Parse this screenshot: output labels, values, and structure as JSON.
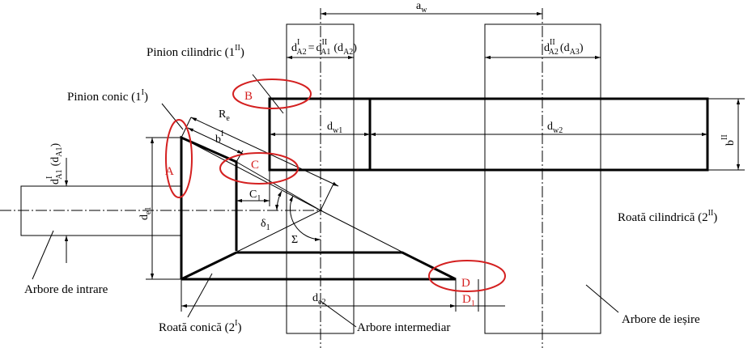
{
  "labels": {
    "pinion_cilindric": "Pinion cilindric (1",
    "pinion_cilindric_sup": "II",
    "pinion_cilindric_end": ")",
    "pinion_conic": "Pinion conic (1",
    "pinion_conic_sup": "I",
    "pinion_conic_end": ")",
    "roata_cilindrica": "Roată cilindrică (2",
    "roata_cilindrica_sup": "II",
    "roata_cilindrica_end": ")",
    "roata_conica": "Roată conică (2",
    "roata_conica_sup": "I",
    "roata_conica_end": ")",
    "arbore_intrare": "Arbore de intrare",
    "arbore_intermediar": "Arbore intermediar",
    "arbore_iesire": "Arbore de ieșire"
  },
  "dimensions": {
    "aw": {
      "main": "a",
      "sub": "w"
    },
    "dA2_I": {
      "main": "d",
      "sup": "I",
      "sub": "A2"
    },
    "eq": "=",
    "dA1_II": {
      "main": "d",
      "sup": "II",
      "sub": "A1"
    },
    "dA2_paren": {
      "open": "(d",
      "sub": "A2",
      "close": ")"
    },
    "dA2_II": {
      "main": "d",
      "sup": "II",
      "sub": "A2"
    },
    "dA3_paren": {
      "open": "(d",
      "sub": "A3",
      "close": ")"
    },
    "dA1_I": {
      "main": "d",
      "sup": "I",
      "sub": "A1"
    },
    "dA1_paren": {
      "open": "(d",
      "sub": "A1",
      "close": ")"
    },
    "Re": {
      "main": "R",
      "sub": "e"
    },
    "bI": {
      "main": "b",
      "sup": "I"
    },
    "dw1": {
      "main": "d",
      "sub": "w1"
    },
    "dw2": {
      "main": "d",
      "sub": "w2"
    },
    "bII": {
      "main": "b",
      "sup": "II"
    },
    "de1": {
      "main": "d",
      "sub": "e1"
    },
    "C1": {
      "main": "C",
      "sub": "1"
    },
    "delta1": {
      "main": "δ",
      "sub": "1"
    },
    "sigma": "Σ",
    "de2": {
      "main": "d",
      "sub": "e2"
    },
    "D1": {
      "main": "D",
      "sub": "1"
    }
  },
  "markers": {
    "A": "A",
    "B": "B",
    "C": "C",
    "D": "D"
  },
  "colors": {
    "lines": "#000000",
    "markers": "#d42020",
    "background": "#ffffff"
  }
}
